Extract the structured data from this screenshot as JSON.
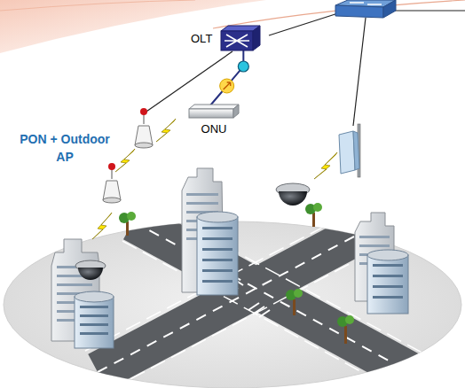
{
  "diagram": {
    "nodes": [
      {
        "text": [
          "OLT"
        ]
      },
      {
        "text": [
          "ONU"
        ]
      }
    ],
    "edges": [
      {
        "from": 0,
        "to": 1,
        "arrow": "none"
      }
    ],
    "labels": [
      "PON + Outdoor AP"
    ]
  }
}
